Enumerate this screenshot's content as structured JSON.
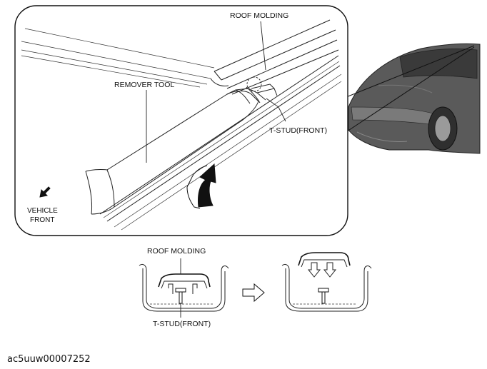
{
  "detail_view": {
    "labels": {
      "roof_molding": "ROOF MOLDING",
      "remover_tool": "REMOVER TOOL",
      "t_stud": "T-STUD(FRONT)",
      "vehicle_front_line1": "VEHICLE",
      "vehicle_front_line2": "FRONT"
    }
  },
  "section_view": {
    "roof_molding": "ROOF MOLDING",
    "t_stud": "T-STUD(FRONT)"
  },
  "figure_code": "ac5uuw00007252",
  "colors": {
    "line": "#222222",
    "arrow_fill": "#111111",
    "car_dark": "#4a4a4a"
  },
  "icons": {
    "direction_arrow": "arrow-down-left-icon",
    "process_arrow": "arrow-right-outline-icon"
  }
}
